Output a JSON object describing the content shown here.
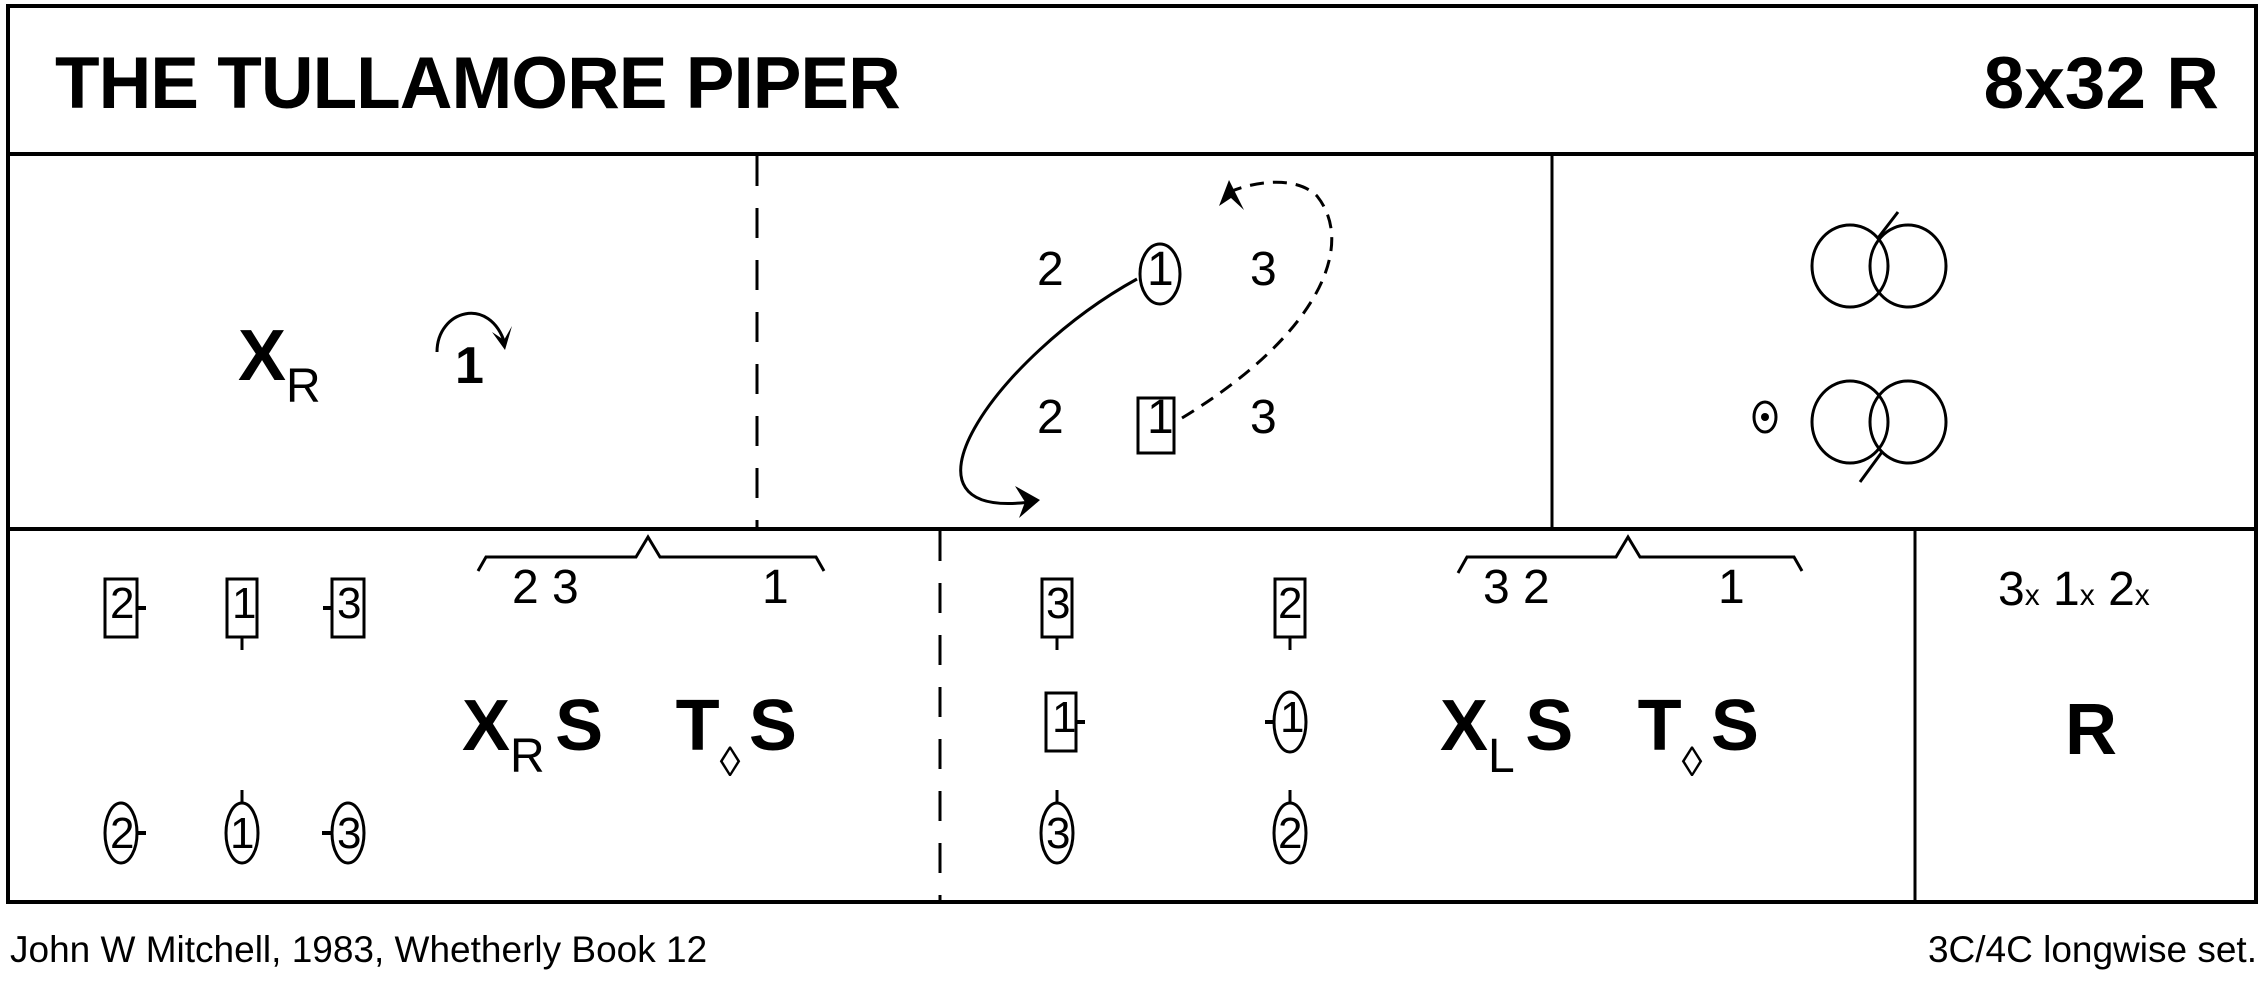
{
  "header": {
    "title": "THE TULLAMORE PIPER",
    "dance_form": "8x32 R"
  },
  "bars_1_8": {
    "figure": "X",
    "figure_subscript": "R",
    "turn_dancer": "1",
    "turn_icon": "clockwise-arc-arrow-icon"
  },
  "bars_1_8_diagram": {
    "top_row": [
      "2",
      "1",
      "3"
    ],
    "bottom_row": [
      "2",
      "1",
      "3"
    ],
    "top_row_marked": "1 (circled, woman)",
    "bottom_row_marked": "1 (boxed, man)",
    "paths": [
      "solid-curved-arrow (woman 1 down left side)",
      "dashed-curved-arrow (man 1 up right side)"
    ]
  },
  "bars_1_8_symbols": {
    "top_icon": "linked-circles-slash-top-icon",
    "bottom_icon": "linked-circles-slash-bottom-icon",
    "dot_icon": "circled-dot-icon"
  },
  "bars_9_16": {
    "positions_top": [
      "2",
      "1",
      "3"
    ],
    "positions_bottom": [
      "2",
      "1",
      "3"
    ],
    "bracket_left": "2 3",
    "bracket_right": "1",
    "figures": [
      {
        "main": "X",
        "sub": "R"
      },
      {
        "main": "S",
        "sub": ""
      },
      {
        "main": "T",
        "sub": "◊"
      },
      {
        "main": "S",
        "sub": ""
      }
    ]
  },
  "bars_17_24": {
    "men_top": [
      "3",
      "2"
    ],
    "middle_man": "1",
    "middle_woman": "1",
    "women_bottom": [
      "3",
      "2"
    ],
    "bracket_left": "3 2",
    "bracket_right": "1",
    "figures": [
      {
        "main": "X",
        "sub": "L"
      },
      {
        "main": "S",
        "sub": ""
      },
      {
        "main": "T",
        "sub": "◊"
      },
      {
        "main": "S",
        "sub": ""
      }
    ]
  },
  "bars_25_32": {
    "order": [
      {
        "n": "3",
        "x": "x"
      },
      {
        "n": "1",
        "x": "x"
      },
      {
        "n": "2",
        "x": "x"
      }
    ],
    "figure": "R"
  },
  "footer": {
    "source": "John W Mitchell, 1983, Whetherly Book 12",
    "set_type": "3C/4C longwise set."
  }
}
